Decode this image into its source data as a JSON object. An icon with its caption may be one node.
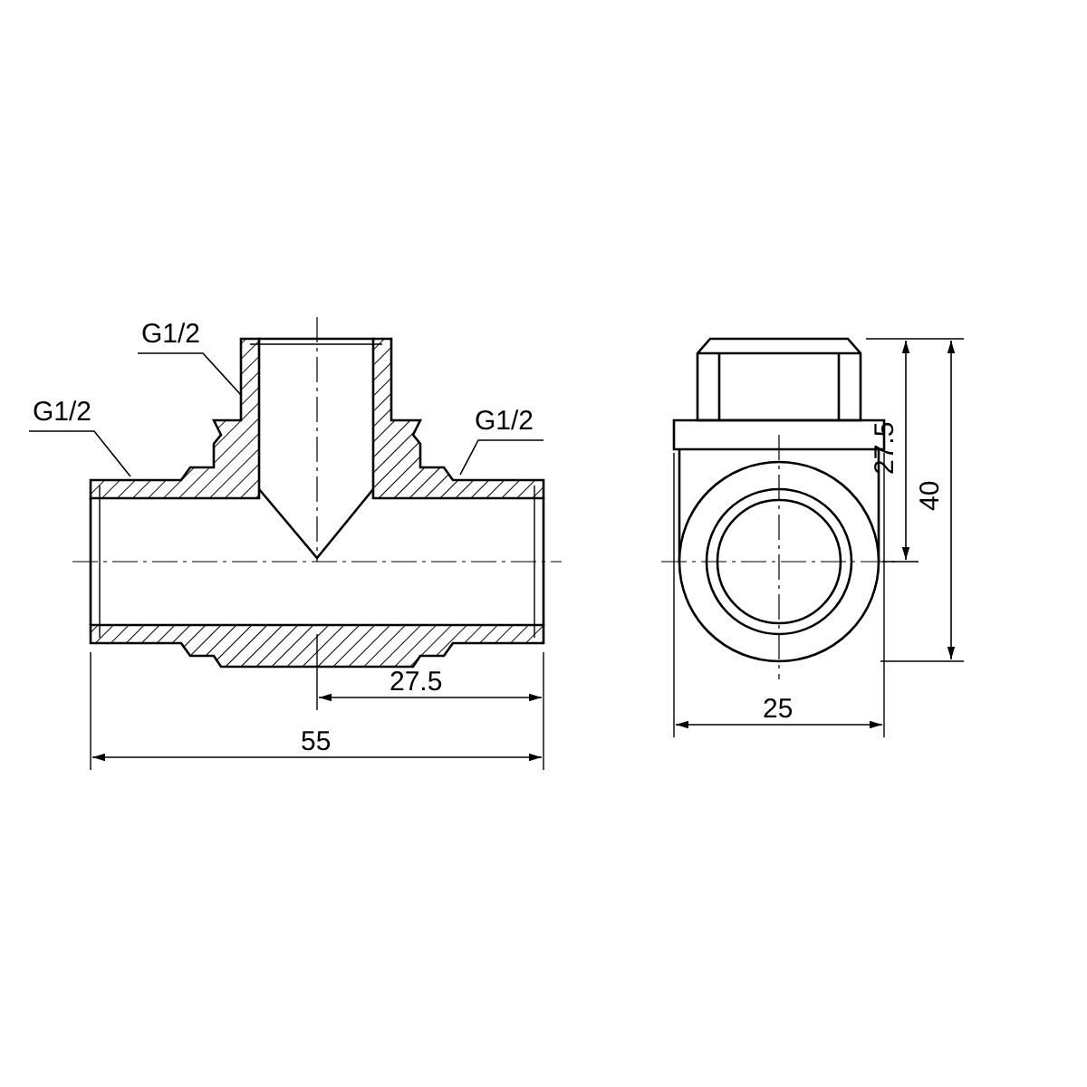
{
  "diagram": {
    "nodes": [
      {
        "text": [
          "G1/2"
        ]
      },
      {
        "text": [
          "G1/2"
        ]
      },
      {
        "text": [
          "G1/2"
        ]
      }
    ],
    "edges": [
      {
        "from": 0,
        "to": null,
        "arrow": "none"
      },
      {
        "from": 1,
        "to": null,
        "arrow": "none"
      },
      {
        "from": 2,
        "to": null,
        "arrow": "none"
      }
    ],
    "labels": [
      "27.5",
      "40",
      "27.5",
      "25",
      "55"
    ]
  }
}
